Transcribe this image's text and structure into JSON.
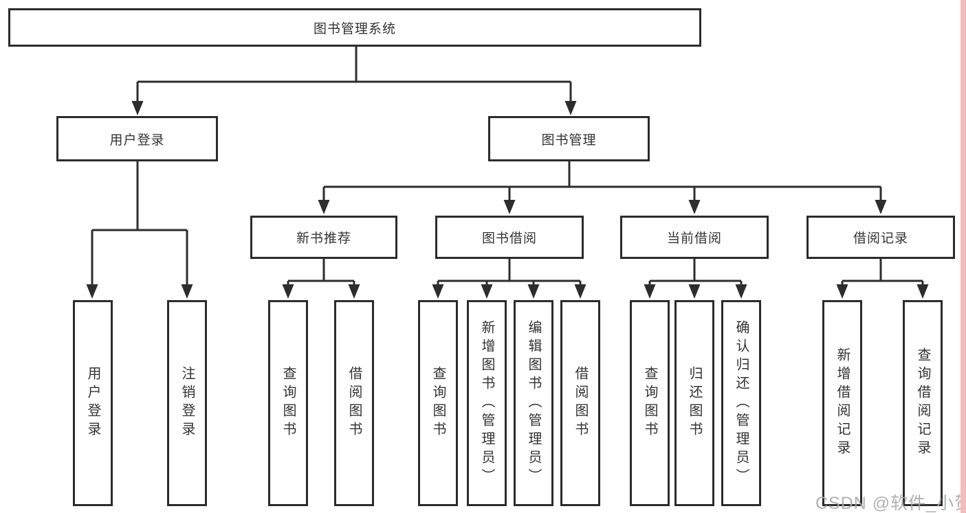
{
  "diagram": {
    "tree": {
      "label": "图书管理系统",
      "children": [
        {
          "label": "用户登录",
          "children": [
            {
              "label": "用户登录"
            },
            {
              "label": "注销登录"
            }
          ]
        },
        {
          "label": "图书管理",
          "children": [
            {
              "label": "新书推荐",
              "children": [
                {
                  "label": "查询图书"
                },
                {
                  "label": "借阅图书"
                }
              ]
            },
            {
              "label": "图书借阅",
              "children": [
                {
                  "label": "查询图书"
                },
                {
                  "label": "新增图书（管理员）"
                },
                {
                  "label": "编辑图书（管理员）"
                },
                {
                  "label": "借阅图书"
                }
              ]
            },
            {
              "label": "当前借阅",
              "children": [
                {
                  "label": "查询图书"
                },
                {
                  "label": "归还图书"
                },
                {
                  "label": "确认归还（管理员）"
                }
              ]
            },
            {
              "label": "借阅记录",
              "children": [
                {
                  "label": "新增借阅记录"
                },
                {
                  "label": "查询借阅记录"
                }
              ]
            }
          ]
        }
      ]
    },
    "watermark": "CSDN @软件_小贺同学",
    "colors": {
      "line": "#2d2d2d",
      "box_border": "#2b2b2b",
      "box_background": "#ffffff",
      "text": "#333333",
      "watermark_text": "#a8a8a8",
      "right_edge_strip": "#f4bcbc",
      "page_background": "#ffffff"
    }
  }
}
